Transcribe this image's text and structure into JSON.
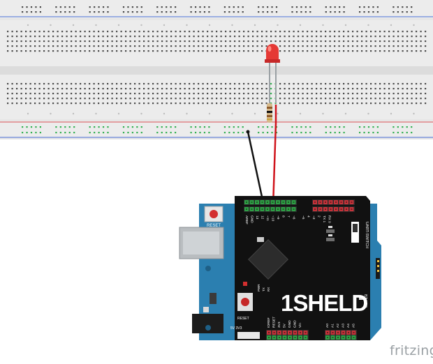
{
  "brand": {
    "name": "fritzing",
    "color": "#9aa0a4"
  },
  "board": {
    "logo_text": "1SHELD",
    "reset_label": "RESET",
    "shield_reset_label": "RESET",
    "switch_label": "UART-SWITCH",
    "bt_label": "BT-LED",
    "pin_labels": [
      "AREF",
      "GND",
      "13",
      "12",
      "~11",
      "~10",
      "~9",
      "8",
      "7",
      "~6",
      "~5",
      "4",
      "~3",
      "2",
      "TX 1",
      "RX 0"
    ],
    "power_labels": [
      "IOREF",
      "RESET",
      "3V3",
      "5V",
      "GND",
      "GND",
      "Vin"
    ],
    "analog_labels": [
      "A0",
      "A1",
      "A2",
      "A3",
      "A4",
      "A5"
    ],
    "led_labels": [
      "PWR",
      "TX",
      "RX"
    ],
    "volt_label": "5V  3V3"
  },
  "colors": {
    "breadboard": "#ebebeb",
    "rail_red": "#e0555a",
    "rail_blue": "#4a6fd8",
    "led": "#e53935",
    "wire_red": "#d0141c",
    "wire_black": "#111111",
    "board_blue": "#2b7fb0",
    "shield": "#111111",
    "header_red": "#c4333a",
    "header_green": "#2e9f46"
  }
}
